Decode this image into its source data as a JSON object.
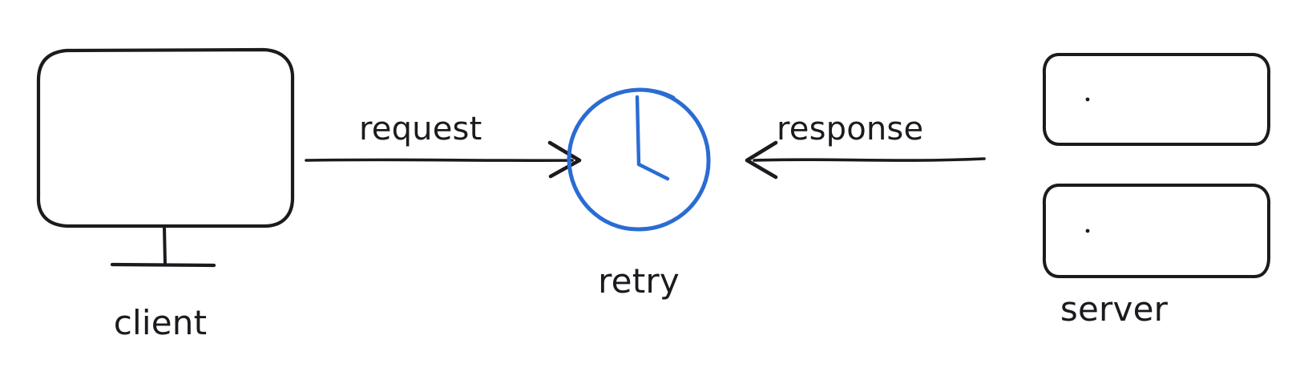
{
  "diagram": {
    "title": "client retry server request/response flow",
    "background_color": "#ffffff",
    "stroke_color": "#1b1b1f",
    "accent_color": "#2a6cd4",
    "style": "hand-drawn"
  },
  "nodes": [
    {
      "id": "client",
      "label": "client",
      "icon": "monitor-icon",
      "color": "#1b1b1f"
    },
    {
      "id": "retry",
      "label": "retry",
      "icon": "clock-icon",
      "color": "#2a6cd4",
      "clock_hands": {
        "minute": "12",
        "hour": "4"
      }
    },
    {
      "id": "server",
      "label": "server",
      "icon": "server-stack-icon",
      "color": "#1b1b1f",
      "units": 2,
      "led_indicators": 2
    }
  ],
  "edges": [
    {
      "id": "request",
      "label": "request",
      "from": "client",
      "to": "retry",
      "direction": "right",
      "color": "#1b1b1f"
    },
    {
      "id": "response",
      "label": "response",
      "from": "server",
      "to": "retry",
      "direction": "left",
      "color": "#1b1b1f"
    }
  ]
}
